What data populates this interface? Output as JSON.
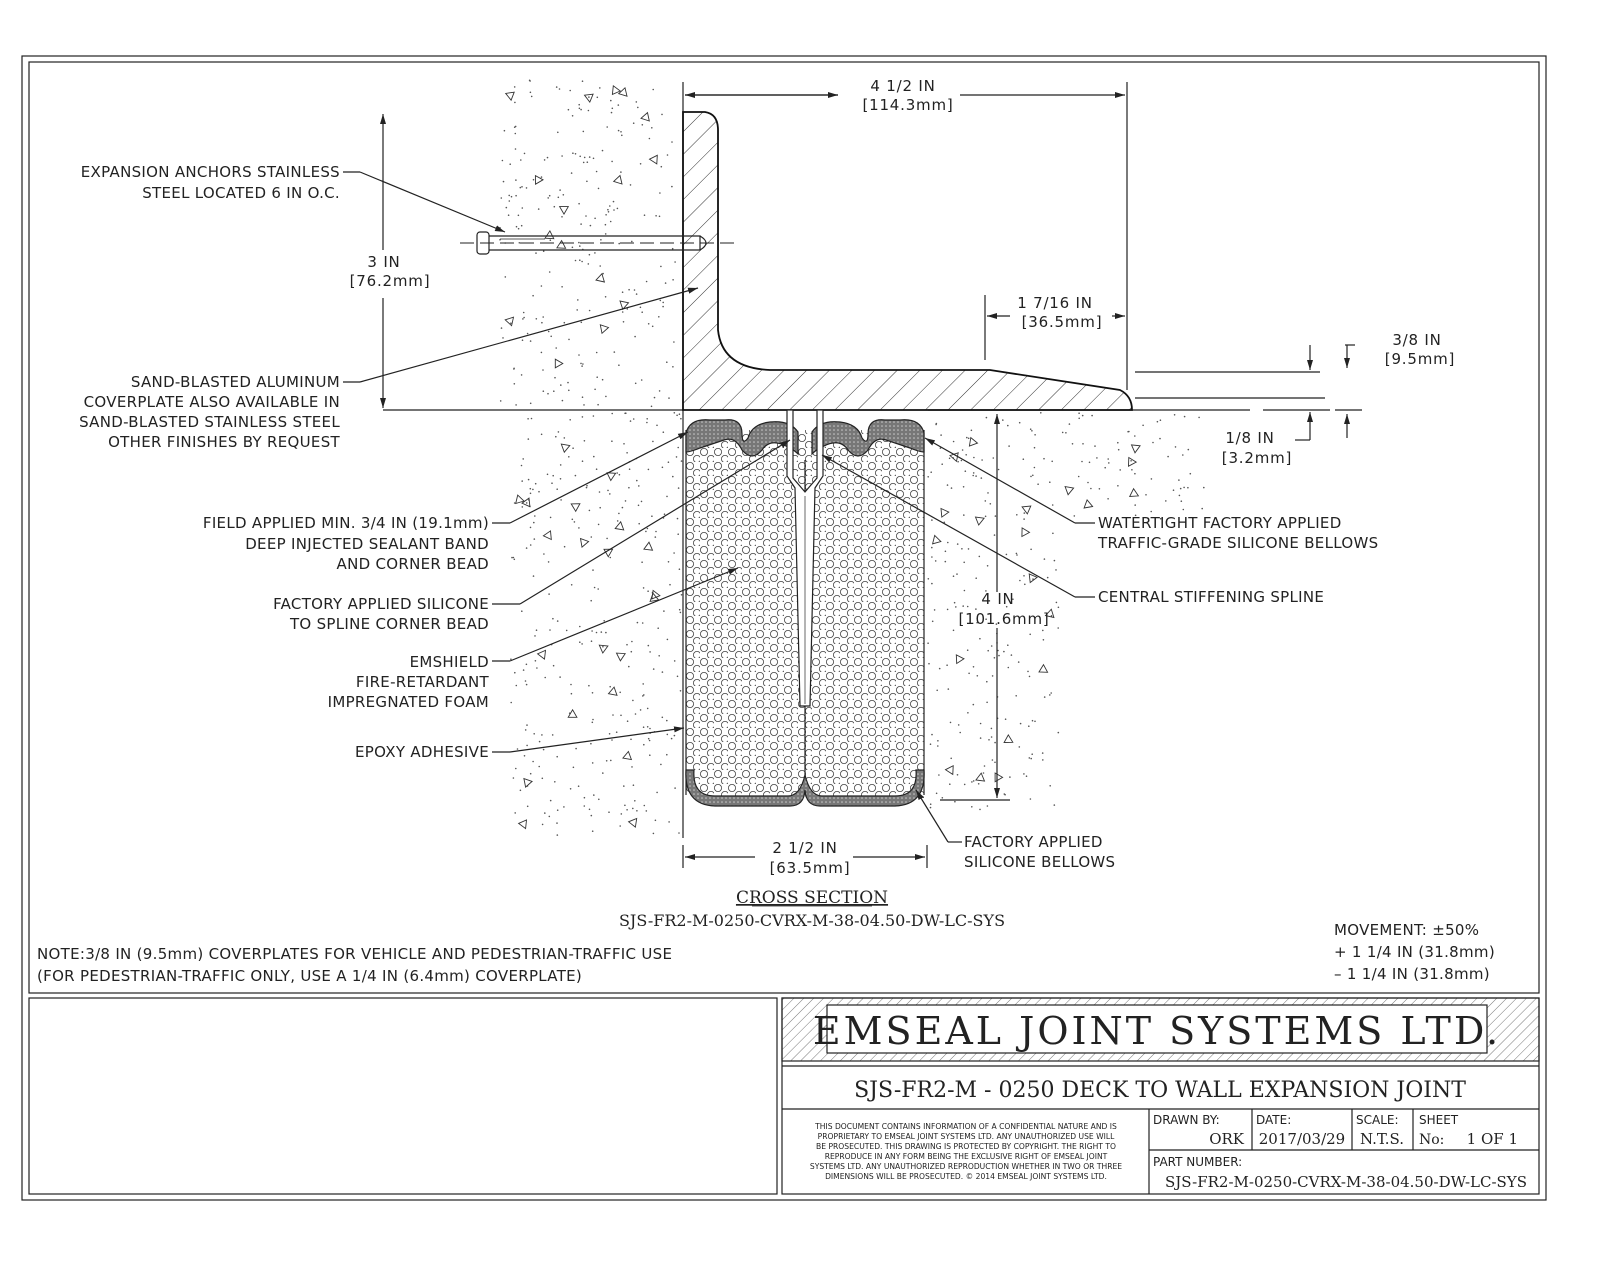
{
  "callouts_left": {
    "anchors": [
      "EXPANSION ANCHORS STAINLESS",
      "STEEL LOCATED 6 IN O.C."
    ],
    "coverplate": [
      "SAND-BLASTED ALUMINUM",
      "COVERPLATE ALSO AVAILABLE IN",
      "SAND-BLASTED STAINLESS STEEL",
      "OTHER FINISHES BY REQUEST"
    ],
    "sealant_band": [
      "FIELD APPLIED MIN. 3/4 IN (19.1mm)",
      "DEEP INJECTED SEALANT BAND",
      "AND CORNER BEAD"
    ],
    "spline_bead": [
      "FACTORY APPLIED SILICONE",
      "TO SPLINE CORNER BEAD"
    ],
    "foam": [
      "EMSHIELD",
      "FIRE-RETARDANT",
      "IMPREGNATED FOAM"
    ],
    "epoxy": [
      "EPOXY ADHESIVE"
    ]
  },
  "callouts_right": {
    "bellows_top": [
      "WATERTIGHT FACTORY APPLIED",
      "TRAFFIC-GRADE SILICONE BELLOWS"
    ],
    "spline": [
      "CENTRAL STIFFENING SPLINE"
    ],
    "bellows_bottom": [
      "FACTORY APPLIED",
      "SILICONE BELLOWS"
    ]
  },
  "dimensions": {
    "width_top": [
      "4 1/2 IN",
      "[114.3mm]"
    ],
    "height_left": [
      "3 IN",
      "[76.2mm]"
    ],
    "lip": [
      "1 7/16 IN",
      "[36.5mm]"
    ],
    "thickness": [
      "3/8 IN",
      "[9.5mm]"
    ],
    "edge": [
      "1/8 IN",
      "[3.2mm]"
    ],
    "depth": [
      "4 IN",
      "[101.6mm]"
    ],
    "joint_width": [
      "2 1/2 IN",
      "[63.5mm]"
    ]
  },
  "section": {
    "title": "CROSS SECTION",
    "code": "SJS-FR2-M-0250-CVRX-M-38-04.50-DW-LC-SYS"
  },
  "note": [
    "NOTE:3/8 IN (9.5mm) COVERPLATES FOR VEHICLE AND PEDESTRIAN-TRAFFIC USE",
    "(FOR PEDESTRIAN-TRAFFIC ONLY, USE A 1/4 IN (6.4mm) COVERPLATE)"
  ],
  "movement": [
    "MOVEMENT: ±50%",
    "+ 1 1/4 IN (31.8mm)",
    "– 1 1/4 IN (31.8mm)"
  ],
  "title_block": {
    "company": "EMSEAL JOINT SYSTEMS LTD.",
    "drawing_title": "SJS-FR2-M - 0250 DECK TO WALL EXPANSION JOINT",
    "disclaimer": [
      "THIS DOCUMENT CONTAINS INFORMATION OF A CONFIDENTIAL NATURE AND IS",
      "PROPRIETARY TO EMSEAL JOINT SYSTEMS LTD. ANY UNAUTHORIZED USE WILL",
      "BE PROSECUTED. THIS DRAWING IS PROTECTED BY COPYRIGHT. THE RIGHT TO",
      "REPRODUCE IN ANY FORM BEING THE EXCLUSIVE RIGHT OF EMSEAL JOINT",
      "SYSTEMS LTD. ANY UNAUTHORIZED REPRODUCTION WHETHER IN TWO OR THREE",
      "DIMENSIONS WILL BE PROSECUTED. © 2014 EMSEAL JOINT SYSTEMS LTD."
    ],
    "drawn_by_label": "DRAWN BY:",
    "drawn_by": "ORK",
    "date_label": "DATE:",
    "date": "2017/03/29",
    "scale_label": "SCALE:",
    "scale": "N.T.S.",
    "sheet_label": "SHEET",
    "sheet_no_label": "No:",
    "sheet": "1 OF 1",
    "part_label": "PART NUMBER:",
    "part": "SJS-FR2-M-0250-CVRX-M-38-04.50-DW-LC-SYS"
  }
}
